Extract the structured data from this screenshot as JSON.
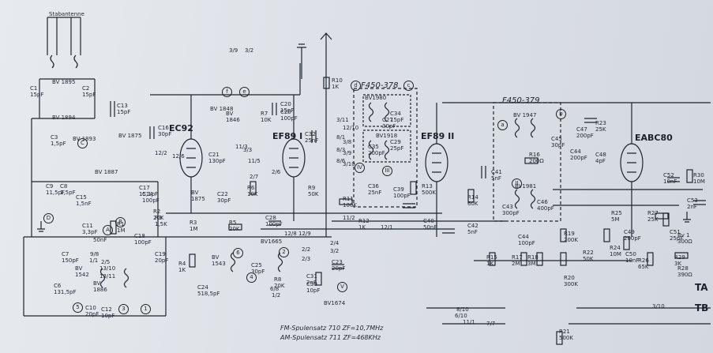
{
  "antenna_label": "Stabantenne",
  "tubes": [
    "EC92",
    "EF89 I",
    "EF89 II",
    "EABC80"
  ],
  "modules": [
    "F450-378",
    "F450-379"
  ],
  "footer": [
    "FM-Spulensatz 710  ZF=10,7MHz",
    "AM-Spulensatz 711  ZF=468KHz"
  ],
  "edge_labels": [
    "TA",
    "TB"
  ],
  "node_markers": [
    "d",
    "c",
    "a",
    "b",
    "f",
    "e",
    "C",
    "D",
    "A",
    "B",
    "II",
    "III",
    "IV",
    "V",
    "1",
    "2",
    "3",
    "4",
    "5",
    "6"
  ],
  "components": [
    "R10\n1K",
    "C1\n15pF",
    "C2\n15pF",
    "BV 1895",
    "BV 1894",
    "C3\n1,5pF",
    "BV 1893",
    "C13\n15pF",
    "BV 1875",
    "C16\n30pF",
    "C9\n11,5pF",
    "C8\n1,5pF",
    "BV 1887",
    "C15\n1,5nF",
    "C17\n15,1pF",
    "R3\n1,5K",
    "R1\n1M",
    "C11\n3,3pF",
    "C18\n100pF",
    "C14\n100pF",
    "C7\n150pF",
    "BV\n1542",
    "C6\n131,5pF",
    "BV\n1886",
    "C10\n20pF",
    "C12\n10pF",
    "C19\n20pF",
    "C20\n15pF",
    "C20\n100pF",
    "R7\n10K",
    "BV 1848",
    "BV\n1846",
    "C21\n130pF",
    "BV\n1875",
    "C22\n30pF",
    "R5\n20K",
    "R6\n10K",
    "BV\n1543",
    "C24\n518,5pF",
    "R4\n1K",
    "C25\n30pF",
    "BV1665",
    "R8\n20K",
    "C30\n10pF",
    "C23\n20pF",
    "C31\n2nF",
    "BV1674",
    "C32\n25nF",
    "C28\n100pF",
    "R9\n50K",
    "BV1980",
    "C34\n15pF",
    "C27\n30pF",
    "C35\n200pF",
    "C29\n25pF",
    "BV1918",
    "C36\n25nF",
    "C39\n100pF",
    "R13\n500K",
    "C40\n50nF",
    "R11\n100K",
    "R12\n1K",
    "C41\n5nF",
    "R14\n60K",
    "C42\n5nF",
    "BV 1947",
    "C43\n300pF",
    "C45\n30pF",
    "C46\n400pF",
    "BV1981",
    "R16\n200Ω",
    "C44\n100pF",
    "C47\n200pF",
    "C48\n4pF",
    "R23\n25K",
    "C44\n200pF",
    "R15\n1K",
    "R17\n2M",
    "R18\n3M",
    "R19\n200K",
    "R20\n300K",
    "R21\n500K",
    "R22\n50K",
    "R24\n10M",
    "C52\n10nF",
    "R30\n10M",
    "C53\n2nF",
    "R25\n5M",
    "C49\n200pF",
    "C50\n10nF",
    "R26\n65K",
    "R27\n25K",
    "C51\n25pF",
    "R28\n390Ω",
    "R29\n3K",
    "Bv 1\n300Ω",
    "R2\n20K",
    "50nF",
    "R3\n1M",
    "2/2",
    "2/3",
    "2/4",
    "3/2",
    "3/3",
    "11/3",
    "11/5",
    "11/2",
    "12/1",
    "12/2",
    "12/6",
    "12/8",
    "12/9",
    "12/10",
    "3/8",
    "3/9",
    "3/10",
    "3/11",
    "8/1",
    "8/3",
    "8/6",
    "8/10",
    "6/10",
    "6/8",
    "9/8",
    "1/1",
    "1/2",
    "13/10",
    "13/11",
    "2/5",
    "2/6",
    "2/7",
    "11/1",
    "7/7",
    "3/10",
    "3/9",
    "3/2"
  ]
}
